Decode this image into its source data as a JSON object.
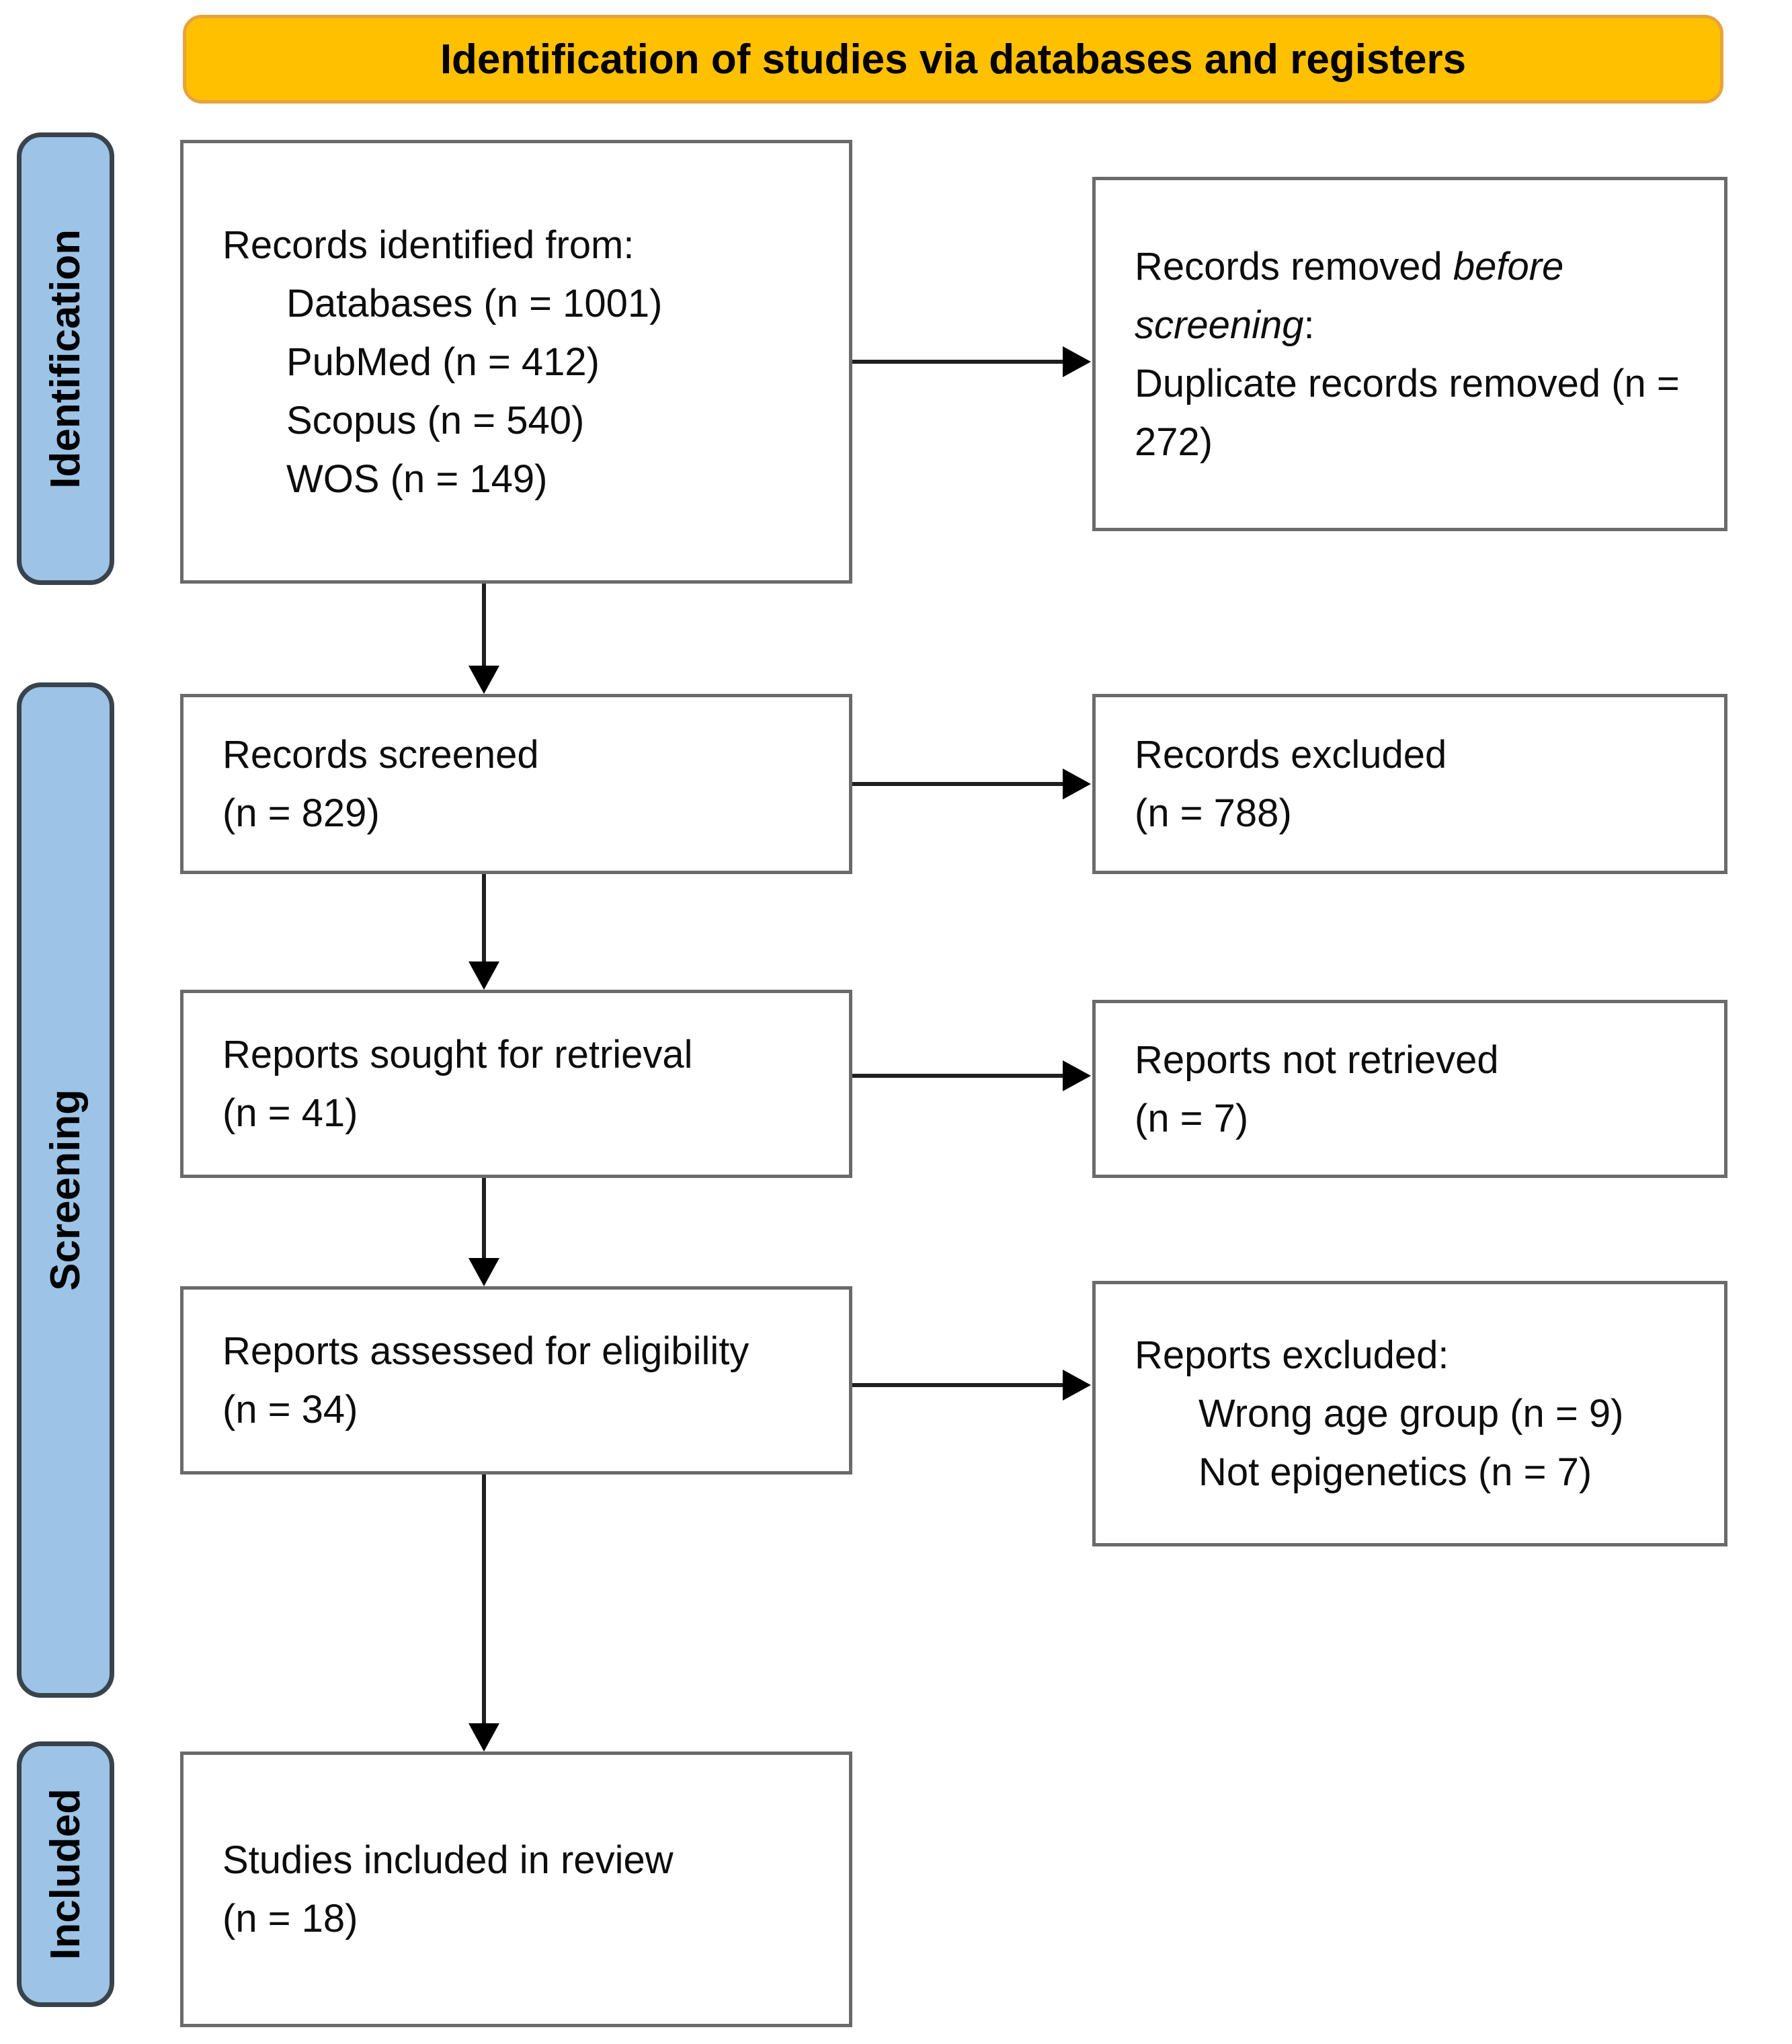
{
  "header": {
    "title": "Identification of studies via databases and registers"
  },
  "sidebar": {
    "stages": [
      {
        "id": "identification",
        "label": "Identification"
      },
      {
        "id": "screening",
        "label": "Screening"
      },
      {
        "id": "included",
        "label": "Included"
      }
    ]
  },
  "boxes": {
    "records_identified": {
      "lines": [
        {
          "pre": "Records identified from:"
        },
        {
          "pre": "Databases (n = 1001)",
          "indent": 1
        },
        {
          "pre": "PubMed (n = 412)",
          "indent": 1
        },
        {
          "pre": "Scopus (n = 540)",
          "indent": 1
        },
        {
          "pre": "WOS (n = 149)",
          "indent": 1
        }
      ]
    },
    "records_removed": {
      "lines": [
        {
          "pre": "Records removed ",
          "italic": "before screening",
          "post": ":"
        },
        {
          "pre": "Duplicate records removed (n = 272)"
        }
      ]
    },
    "records_screened": {
      "lines": [
        {
          "pre": "Records screened"
        },
        {
          "pre": "(n = 829)"
        }
      ]
    },
    "records_excluded": {
      "lines": [
        {
          "pre": "Records excluded"
        },
        {
          "pre": "(n = 788)"
        }
      ]
    },
    "reports_sought": {
      "lines": [
        {
          "pre": "Reports sought for retrieval"
        },
        {
          "pre": "(n = 41)"
        }
      ]
    },
    "reports_not_retrieved": {
      "lines": [
        {
          "pre": "Reports not retrieved"
        },
        {
          "pre": "(n = 7)"
        }
      ]
    },
    "reports_assessed": {
      "lines": [
        {
          "pre": "Reports assessed for eligibility"
        },
        {
          "pre": "(n = 34)"
        }
      ]
    },
    "reports_excluded": {
      "lines": [
        {
          "pre": "Reports excluded:"
        },
        {
          "pre": "Wrong age group (n = 9)",
          "indent": 1
        },
        {
          "pre": "Not epigenetics (n = 7)",
          "indent": 1
        }
      ]
    },
    "studies_included": {
      "lines": [
        {
          "pre": "Studies included in review"
        },
        {
          "pre": "(n = 18)"
        }
      ]
    }
  },
  "colors": {
    "header_fill": "#FFC000",
    "header_border": "#E7A33C",
    "stage_fill": "#9DC3E6",
    "stage_border": "#39434C",
    "box_border": "#6A6A6A",
    "arrow": "#1F1F1F"
  }
}
